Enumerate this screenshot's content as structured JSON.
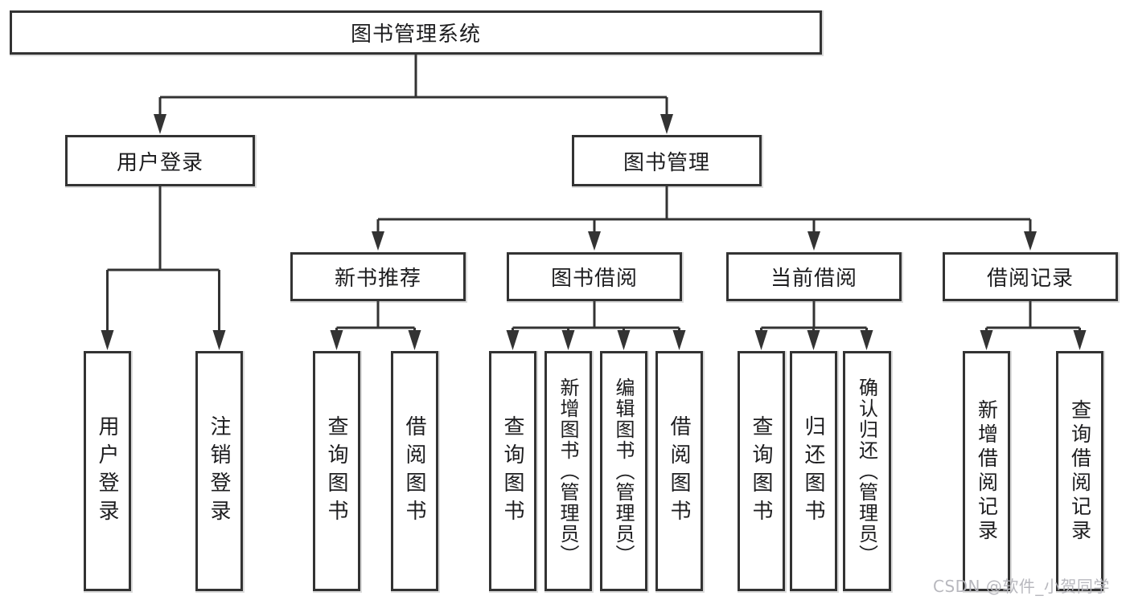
{
  "diagram": {
    "root": "图书管理系统",
    "branches": {
      "login": "用户登录",
      "management": "图书管理"
    },
    "modules": {
      "recommend": "新书推荐",
      "borrowing": "图书借阅",
      "current": "当前借阅",
      "records": "借阅记录"
    },
    "leaves": {
      "login": [
        "用户登录",
        "注销登录"
      ],
      "recommend": [
        "查询图书",
        "借阅图书"
      ],
      "borrowing": [
        "查询图书",
        "新增图书（管理员）",
        "编辑图书（管理员）",
        "借阅图书"
      ],
      "current": [
        "查询图书",
        "归还图书",
        "确认归还（管理员）"
      ],
      "records": [
        "新增借阅记录",
        "查询借阅记录"
      ]
    }
  },
  "watermark": "CSDN @软件_小贺同学",
  "colors": {
    "line": "#333333",
    "text": "#1d1d1f",
    "background": "#ffffff",
    "watermark": "#b5b5bb"
  }
}
